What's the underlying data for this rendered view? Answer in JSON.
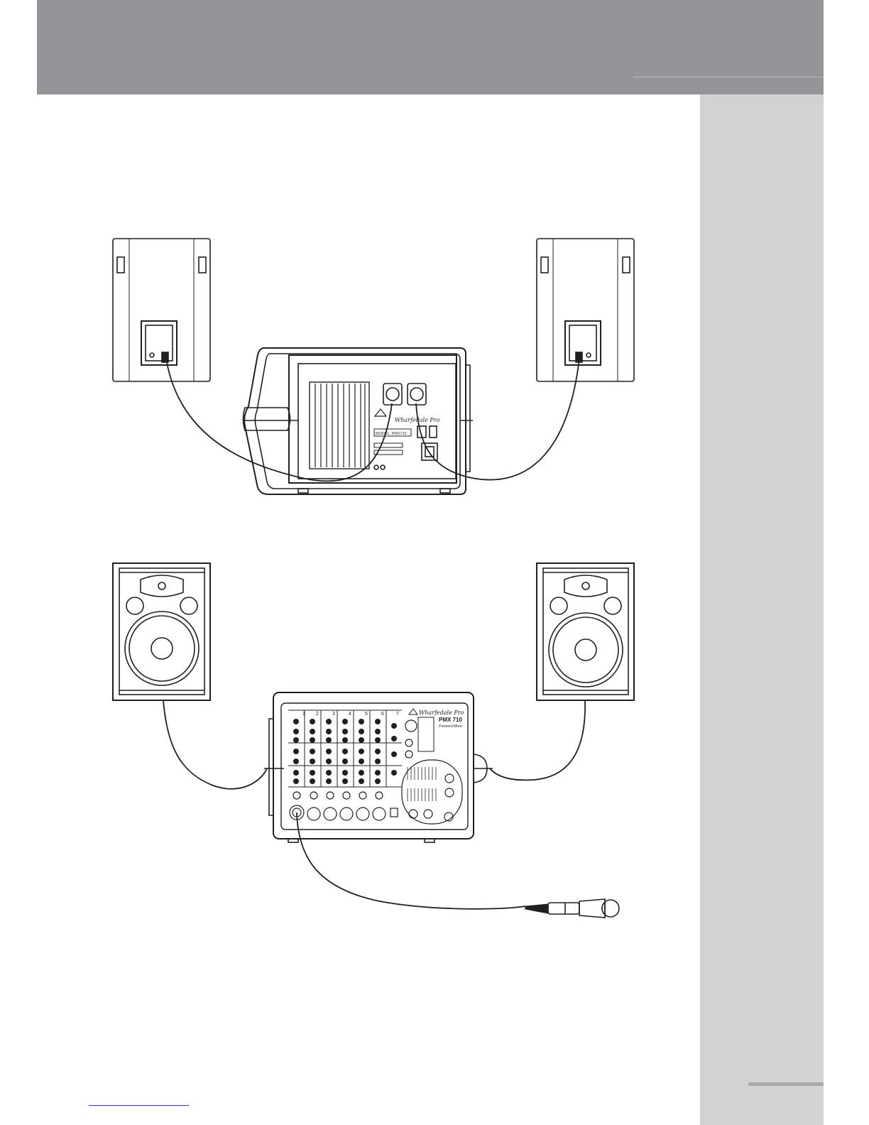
{
  "page": {
    "colors": {
      "header": "#939598",
      "sidebar": "#d1d2d4",
      "line": "#231f20",
      "link": "#3b3bd9"
    }
  },
  "diagram_rear": {
    "icons": [
      "passive-speaker-rear-icon",
      "powered-mixer-rear-icon",
      "speaker-cable-icon"
    ],
    "model_label": "MODEL: PMX710",
    "brand": "Wharfedale Pro"
  },
  "diagram_front": {
    "icons": [
      "passive-speaker-front-icon",
      "powered-mixer-front-icon",
      "microphone-icon",
      "mic-cable-icon"
    ],
    "model_label": "PMX 710",
    "model_sub": "Powered Mixer",
    "brand": "Wharfedale Pro",
    "channel_numbers": [
      "1",
      "2",
      "3",
      "4",
      "5",
      "6",
      "7"
    ]
  }
}
